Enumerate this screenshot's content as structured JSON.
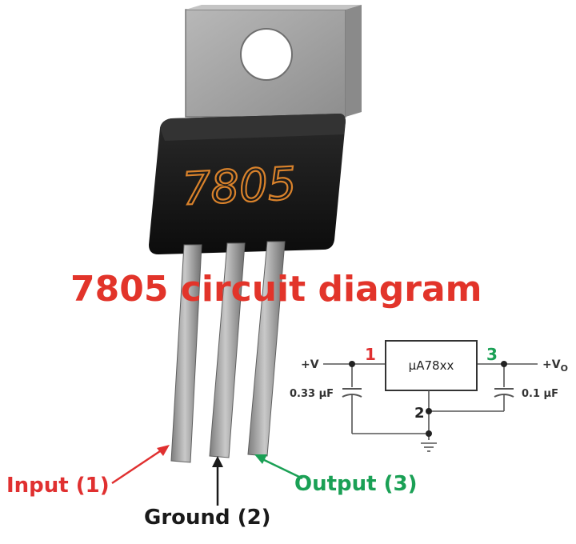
{
  "title": "7805 circuit diagram",
  "chip_marking": "7805",
  "pin_labels": {
    "input": "Input (1)",
    "ground": "Ground (2)",
    "output": "Output (3)"
  },
  "schematic": {
    "ic_label": "μA78xx",
    "input_rail": "+V",
    "output_rail": "+VO",
    "output_rail_main": "+V",
    "output_rail_sub": "O",
    "input_cap": "0.33 μF",
    "output_cap": "0.1 μF",
    "pin1": "1",
    "pin2": "2",
    "pin3": "3"
  },
  "colors": {
    "title": "#e2342a",
    "input": "#e03030",
    "output": "#1aa055",
    "ground": "#1a1a1a",
    "chip_text": "#d9822b",
    "tab": "#a6a6a6",
    "body": "#141414",
    "lead": "#9a9a9a"
  }
}
